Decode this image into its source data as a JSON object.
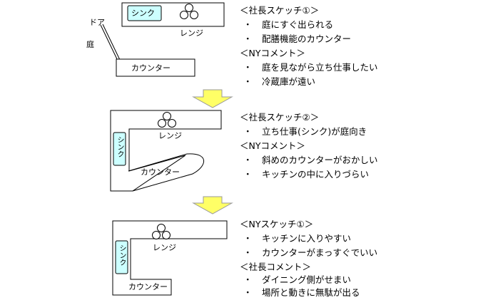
{
  "labels": {
    "door": "ドア",
    "garden": "庭",
    "sink": "シンク",
    "range": "レンジ",
    "counter": "カウンター",
    "sink_vertical": "シンク"
  },
  "notes": [
    {
      "heading1": "＜社長スケッチ①＞",
      "items1": [
        "庭にすぐ出られる",
        "配膳機能のカウンター"
      ],
      "heading2": "＜NYコメント＞",
      "items2": [
        "庭を見ながら立ち仕事したい",
        "冷蔵庫が遠い"
      ]
    },
    {
      "heading1": "＜社長スケッチ②＞",
      "items1": [
        "立ち仕事(シンク)が庭向き"
      ],
      "heading2": "＜NYコメント＞",
      "items2": [
        "斜めのカウンターがおかしい",
        "キッチンの中に入りづらい"
      ]
    },
    {
      "heading1": "＜NYスケッチ①＞",
      "items1": [
        "キッチンに入りやすい",
        "カウンターがまっすぐでいい"
      ],
      "heading2": "＜社長コメント＞",
      "items2": [
        "ダイニング側がせまい",
        "場所と動きに無駄が出る"
      ]
    }
  ],
  "bullet_char": "・",
  "colors": {
    "sink_fill": "#ccffff",
    "arrow_fill": "#ffff66",
    "arrow_stroke": "#999999",
    "line": "#000000"
  }
}
